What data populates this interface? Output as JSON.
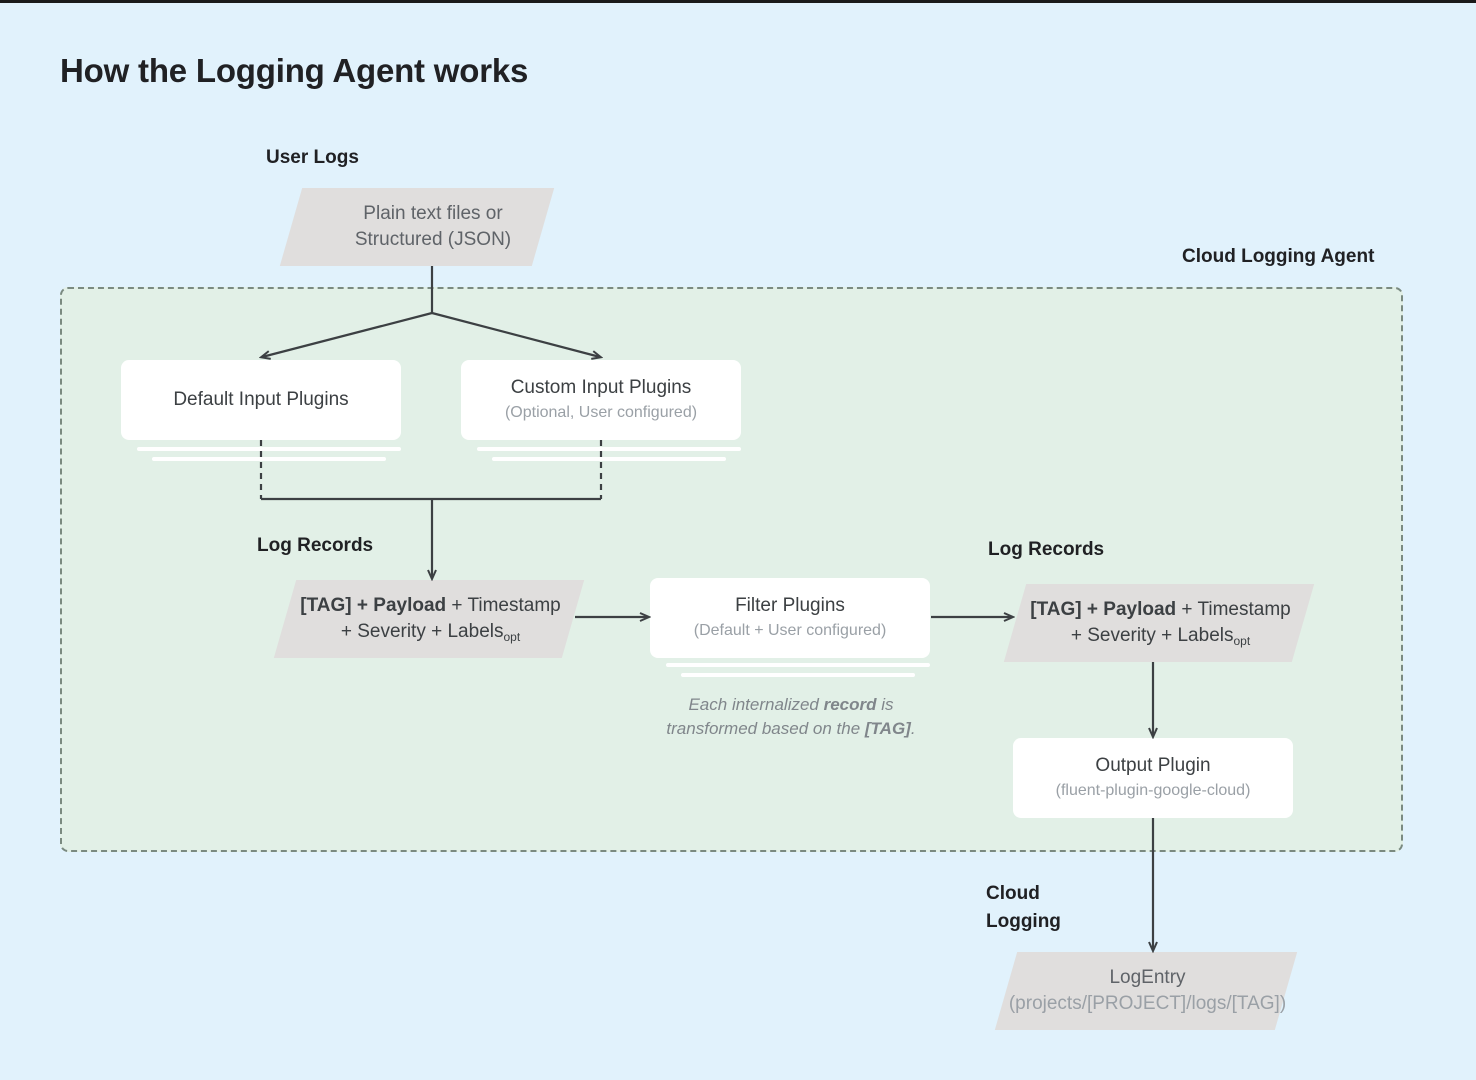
{
  "page": {
    "title": "How the Logging Agent works",
    "background_color": "#e1f2fc",
    "agent_region_color": "#e2f0e7",
    "shape_gray": "#e0dedd",
    "card_white": "#ffffff",
    "line_color": "#3c4043"
  },
  "captions": {
    "user_logs": "User Logs",
    "cloud_logging_agent": "Cloud Logging Agent",
    "log_records_left": "Log Records",
    "log_records_right": "Log Records",
    "cloud_logging_line1": "Cloud",
    "cloud_logging_line2": "Logging"
  },
  "shapes": {
    "user_logs_source": {
      "line1": "Plain text files or",
      "line2": "Structured (JSON)"
    },
    "log_record_left": {
      "bold_prefix": "[TAG] + Payload",
      "rest_line1": " + Timestamp",
      "line2_pre": "+ Severity + Labels",
      "line2_sub": "opt"
    },
    "log_record_right": {
      "bold_prefix": "[TAG] + Payload",
      "rest_line1": " + Timestamp",
      "line2_pre": "+ Severity + Labels",
      "line2_sub": "opt"
    },
    "log_entry": {
      "title": "LogEntry",
      "subtitle": "(projects/[PROJECT]/logs/[TAG])"
    }
  },
  "cards": {
    "default_input": {
      "title": "Default Input Plugins",
      "subtitle": ""
    },
    "custom_input": {
      "title": "Custom Input Plugins",
      "subtitle": "(Optional, User configured)"
    },
    "filter": {
      "title": "Filter Plugins",
      "subtitle": "(Default + User configured)"
    },
    "output": {
      "title": "Output Plugin",
      "subtitle": "(fluent-plugin-google-cloud)"
    }
  },
  "note": {
    "line1_a": "Each internalized ",
    "line1_b": "record",
    "line1_c": " is",
    "line2_a": "transformed based on the ",
    "line2_b": "[TAG]",
    "line2_c": "."
  }
}
